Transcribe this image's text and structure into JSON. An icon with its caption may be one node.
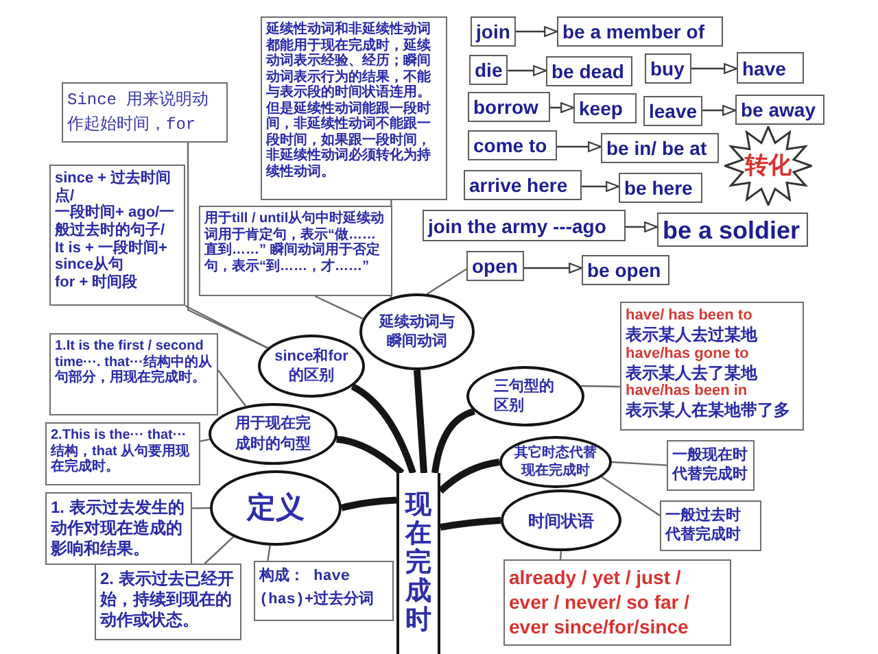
{
  "diagram": {
    "nodes": [
      {
        "text": [
          "Since 用来说明动作起始时间，for"
        ]
      },
      {
        "text": [
          "since + 过去时间点/",
          "一段时间+ ago/一般过去时的句子/",
          "It is + 一段时间+ since从句",
          "for + 时间段"
        ]
      },
      {
        "text": [
          "延续性动词和非延续性动词都能用于现在完成时，延续动词表示经验、经历；瞬间动词表示行为的结果，不能与表示段的时间状语连用。但是延续性动词能跟一段时间，非延续性动词不能跟一段时间，如果跟一段时间，非延续性动词必须转化为持续性动词。"
        ]
      },
      {
        "text": [
          "用于till / until从句中时延续动词用于肯定句，表示“做……直到……” 瞬间动词用于否定句，表示“到……，才……”"
        ]
      },
      {
        "text": [
          "join"
        ]
      },
      {
        "text": [
          "be a member of"
        ]
      },
      {
        "text": [
          "die"
        ]
      },
      {
        "text": [
          "be dead"
        ]
      },
      {
        "text": [
          "buy"
        ]
      },
      {
        "text": [
          "have"
        ]
      },
      {
        "text": [
          "borrow"
        ]
      },
      {
        "text": [
          "keep"
        ]
      },
      {
        "text": [
          "leave"
        ]
      },
      {
        "text": [
          "be away"
        ]
      },
      {
        "text": [
          "come to"
        ]
      },
      {
        "text": [
          "be in/ be at"
        ]
      },
      {
        "text": [
          "转化"
        ]
      },
      {
        "text": [
          "arrive here"
        ]
      },
      {
        "text": [
          "be here"
        ]
      },
      {
        "text": [
          "join the army ---ago"
        ]
      },
      {
        "text": [
          "be a soldier"
        ]
      },
      {
        "text": [
          "open"
        ]
      },
      {
        "text": [
          "be open"
        ]
      },
      {
        "text": [
          "延续动词与瞬间动词"
        ]
      },
      {
        "text": [
          "since和for的区别"
        ]
      },
      {
        "text": [
          "三句型的区别"
        ]
      },
      {
        "text": [
          "用于现在完成时的句型"
        ]
      },
      {
        "text": [
          "其它时态代替现在完成时"
        ]
      },
      {
        "text": [
          "定义"
        ]
      },
      {
        "text": [
          "时间状语"
        ]
      },
      {
        "text": [
          "现在完成时"
        ]
      },
      {
        "text": [
          "1.It is the first / second time···. that···结构中的从句部分，用现在完成时。"
        ]
      },
      {
        "text": [
          "2.This is the··· that···结构，that 从句要用现在完成时。"
        ]
      },
      {
        "text": [
          "1. 表示过去发生的动作对现在造成的影响和结果。"
        ]
      },
      {
        "text": [
          "2. 表示过去已经开始，持续到现在的动作或状态。"
        ]
      },
      {
        "text": [
          "构成： have (has)+过去分词"
        ]
      },
      {
        "text": [
          "have/ has been to",
          "表示某人去过某地",
          "have/has gone to",
          "表示某人去了某地",
          "have/has been in",
          "表示某人在某地带了多"
        ]
      },
      {
        "text": [
          "一般现在时代替完成时"
        ]
      },
      {
        "text": [
          "一般过去时代替完成时"
        ]
      },
      {
        "text": [
          "already / yet / just / ever / never/ so far / ever since/for/since"
        ]
      }
    ],
    "edges": [
      {
        "from": 4,
        "to": 5,
        "arrow": "to"
      },
      {
        "from": 6,
        "to": 7,
        "arrow": "to"
      },
      {
        "from": 8,
        "to": 9,
        "arrow": "to"
      },
      {
        "from": 10,
        "to": 11,
        "arrow": "to"
      },
      {
        "from": 12,
        "to": 13,
        "arrow": "to"
      },
      {
        "from": 14,
        "to": 15,
        "arrow": "to"
      },
      {
        "from": 17,
        "to": 18,
        "arrow": "to"
      },
      {
        "from": 19,
        "to": 20,
        "arrow": "to"
      },
      {
        "from": 21,
        "to": 22,
        "arrow": "to"
      },
      {
        "from": 0,
        "to": 24,
        "arrow": "none"
      },
      {
        "from": 1,
        "to": 24,
        "arrow": "none"
      },
      {
        "from": 2,
        "to": 23,
        "arrow": "none"
      },
      {
        "from": 3,
        "to": 23,
        "arrow": "none"
      },
      {
        "from": 21,
        "to": 23,
        "arrow": "none"
      },
      {
        "from": 30,
        "to": 23,
        "arrow": "none",
        "style": "thick"
      },
      {
        "from": 30,
        "to": 24,
        "arrow": "none",
        "style": "thick"
      },
      {
        "from": 30,
        "to": 26,
        "arrow": "none",
        "style": "thick"
      },
      {
        "from": 30,
        "to": 28,
        "arrow": "none",
        "style": "thick"
      },
      {
        "from": 30,
        "to": 25,
        "arrow": "none",
        "style": "thick"
      },
      {
        "from": 30,
        "to": 27,
        "arrow": "none",
        "style": "thick"
      },
      {
        "from": 30,
        "to": 29,
        "arrow": "none",
        "style": "thick"
      },
      {
        "from": 25,
        "to": 36,
        "arrow": "none"
      },
      {
        "from": 27,
        "to": 37,
        "arrow": "none"
      },
      {
        "from": 27,
        "to": 38,
        "arrow": "none"
      },
      {
        "from": 29,
        "to": 39,
        "arrow": "none"
      },
      {
        "from": 31,
        "to": 26,
        "arrow": "none"
      },
      {
        "from": 32,
        "to": 26,
        "arrow": "none"
      },
      {
        "from": 33,
        "to": 28,
        "arrow": "none"
      },
      {
        "from": 28,
        "to": 34,
        "arrow": "none"
      },
      {
        "from": 28,
        "to": 35,
        "arrow": "none"
      }
    ]
  }
}
